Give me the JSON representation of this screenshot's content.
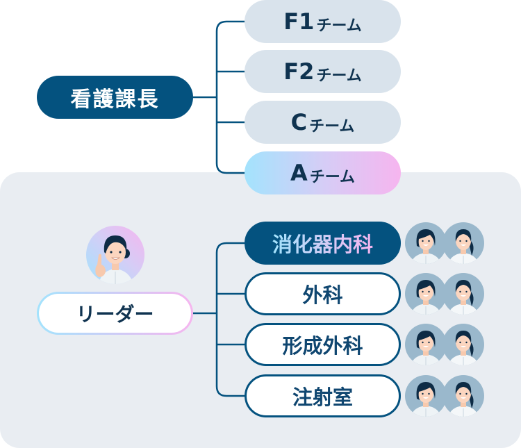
{
  "head": {
    "label": "看護課長"
  },
  "teams": [
    {
      "prefix": "F1",
      "suffix": "チーム",
      "active": false
    },
    {
      "prefix": "F2",
      "suffix": "チーム",
      "active": false
    },
    {
      "prefix": "C",
      "suffix": "チーム",
      "active": false
    },
    {
      "prefix": "A",
      "suffix": "チーム",
      "active": true
    }
  ],
  "leader": {
    "label": "リーダー",
    "avatar_icon": "nurse-pointing-icon"
  },
  "departments": [
    {
      "label": "消化器内科",
      "active": true,
      "staff_icons": [
        "nurse-bob-hair-icon",
        "nurse-ponytail-icon"
      ]
    },
    {
      "label": "外科",
      "active": false,
      "staff_icons": [
        "nurse-bob-hair-icon",
        "nurse-ponytail-icon"
      ]
    },
    {
      "label": "形成外科",
      "active": false,
      "staff_icons": [
        "nurse-bob-hair-icon",
        "nurse-ponytail-icon"
      ]
    },
    {
      "label": "注射室",
      "active": false,
      "staff_icons": [
        "nurse-bob-hair-icon",
        "nurse-ponytail-icon"
      ]
    }
  ],
  "colors": {
    "primary": "#04527f",
    "text_dark": "#0f3350",
    "team_bg": "#d9e3ec",
    "panel_bg": "#e9edf2",
    "gradient_start": "#a3e3fd",
    "gradient_end": "#f6b5ef",
    "avatar_bg": "#9ab8cc"
  }
}
